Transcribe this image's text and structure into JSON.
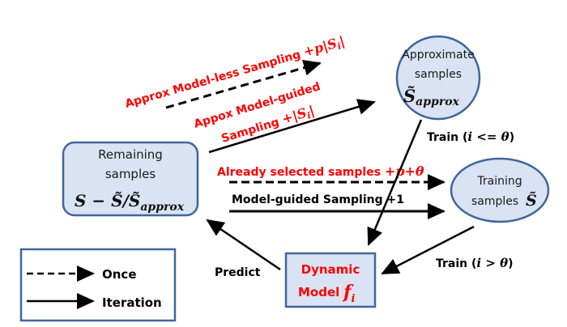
{
  "colors": {
    "node_fill": "#dae3f3",
    "node_stroke": "#41669c",
    "arrow": "#000000",
    "highlight_text": "#ff0000"
  },
  "nodes": {
    "remaining": {
      "line1": "Remaining",
      "line2": "samples",
      "math": "S − S̃/S̃",
      "math_sub": "approx"
    },
    "approximate": {
      "line1": "Approximate",
      "line2": "samples",
      "math": "S̃",
      "math_sub": "approx"
    },
    "training": {
      "line1": "Training",
      "line2": "samples",
      "math": "S̃"
    },
    "model": {
      "line1": "Dynamic",
      "line2": "Model",
      "math": "f",
      "math_sub": "i"
    }
  },
  "edges": {
    "approx_modelless": {
      "text": "Approx Model-less Sampling ",
      "math": "+p|S",
      "math_sub": "i",
      "math_end": "|",
      "style": "dashed"
    },
    "approx_modelguided": {
      "line1": "Appox Model-guided",
      "line2": "Sampling ",
      "math": "+|S",
      "math_sub": "i",
      "math_end": "|",
      "style": "solid"
    },
    "already_selected": {
      "text": "Already selected samples ",
      "math": "+p+θ",
      "style": "dashed"
    },
    "model_guided": {
      "text": "Model-guided Sampling +1",
      "style": "solid"
    },
    "train_approx": {
      "text": "Train (",
      "math": "i <= θ",
      "text_end": ")"
    },
    "train_training": {
      "text": "Train (",
      "math": "i > θ",
      "text_end": ")"
    },
    "predict": {
      "text": "Predict"
    }
  },
  "legend": {
    "once": "Once",
    "iteration": "Iteration"
  }
}
